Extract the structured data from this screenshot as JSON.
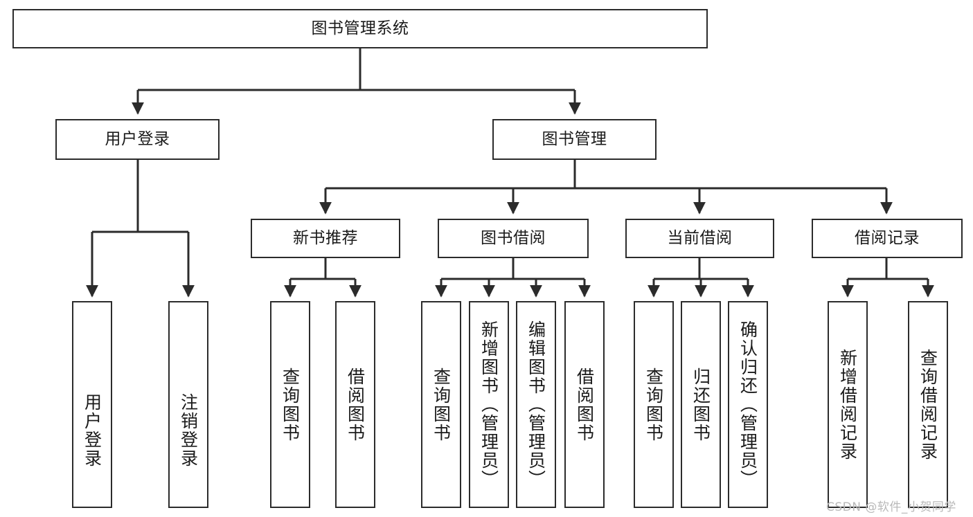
{
  "diagram": {
    "title": "图书管理系统",
    "type": "tree-hierarchy",
    "watermark": "CSDN @软件_小贺同学",
    "colors": {
      "box_border": "#2b2b2b",
      "box_fill": "#ffffff",
      "edge": "#2b2b2b",
      "text": "#1a1a1a",
      "watermark": "#b9b9b9"
    },
    "nodes": {
      "root": {
        "label": "图书管理系统"
      },
      "level2": [
        {
          "id": "user-login",
          "label": "用户登录"
        },
        {
          "id": "book-manage",
          "label": "图书管理"
        }
      ],
      "level3": [
        {
          "id": "new-book-rec",
          "label": "新书推荐"
        },
        {
          "id": "book-borrow",
          "label": "图书借阅"
        },
        {
          "id": "current-borrow",
          "label": "当前借阅"
        },
        {
          "id": "borrow-record",
          "label": "借阅记录"
        }
      ],
      "leaves": {
        "user-login": [
          {
            "id": "leaf-user-login",
            "label": "用户登录"
          },
          {
            "id": "leaf-logout-login",
            "label": "注销登录"
          }
        ],
        "new-book-rec": [
          {
            "id": "leaf-query-book-1",
            "label": "查询图书"
          },
          {
            "id": "leaf-borrow-book-1",
            "label": "借阅图书"
          }
        ],
        "book-borrow": [
          {
            "id": "leaf-query-book-2",
            "label": "查询图书"
          },
          {
            "id": "leaf-add-book",
            "label": "新增图书（管理员）"
          },
          {
            "id": "leaf-edit-book",
            "label": "编辑图书（管理员）"
          },
          {
            "id": "leaf-borrow-book-2",
            "label": "借阅图书"
          }
        ],
        "current-borrow": [
          {
            "id": "leaf-query-book-3",
            "label": "查询图书"
          },
          {
            "id": "leaf-return-book",
            "label": "归还图书"
          },
          {
            "id": "leaf-confirm-return",
            "label": "确认归还（管理员）"
          }
        ],
        "borrow-record": [
          {
            "id": "leaf-add-record",
            "label": "新增借阅记录"
          },
          {
            "id": "leaf-query-record",
            "label": "查询借阅记录"
          }
        ]
      }
    }
  }
}
